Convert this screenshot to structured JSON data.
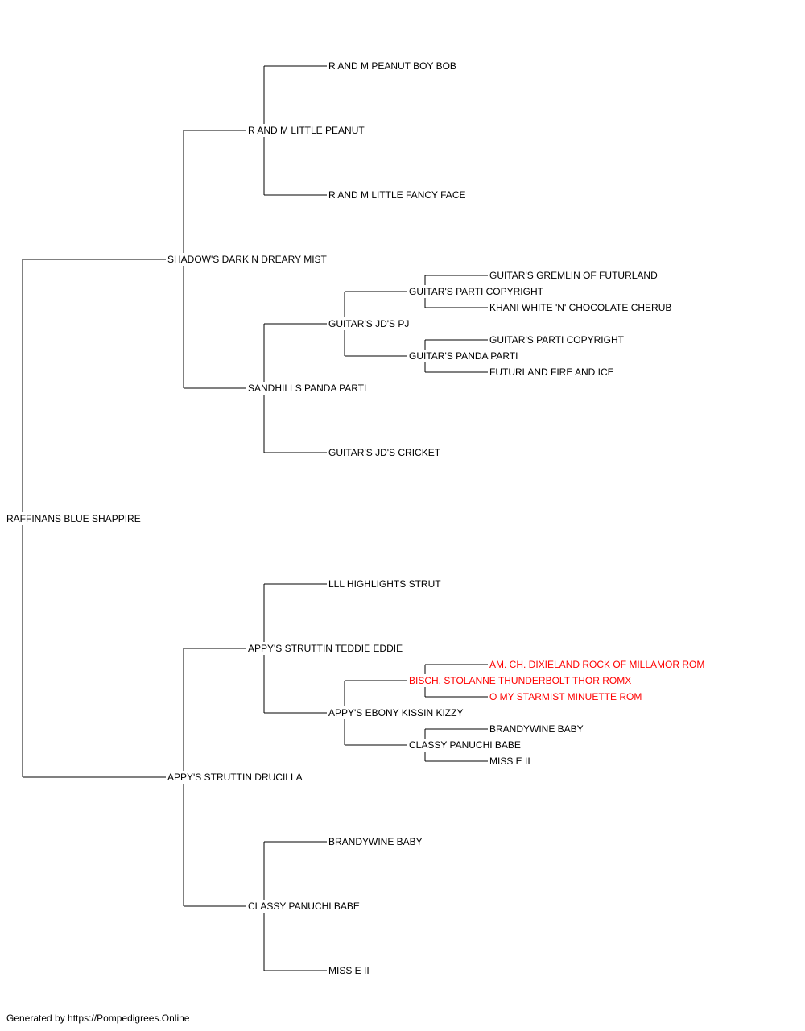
{
  "pedigree": {
    "subject": "RAFFINANS BLUE SHAPPIRE",
    "sire": {
      "name": "SHADOW'S DARK N DREARY MIST",
      "sire": {
        "name": "R AND M LITTLE PEANUT",
        "sire": {
          "name": "R AND M PEANUT BOY BOB"
        },
        "dam": {
          "name": "R AND M LITTLE FANCY FACE"
        }
      },
      "dam": {
        "name": "SANDHILLS PANDA PARTI",
        "sire": {
          "name": "GUITAR'S JD'S PJ",
          "sire": {
            "name": "GUITAR'S PARTI COPYRIGHT",
            "sire": {
              "name": "GUITAR'S GREMLIN OF FUTURLAND"
            },
            "dam": {
              "name": "KHANI WHITE 'N' CHOCOLATE CHERUB"
            }
          },
          "dam": {
            "name": "GUITAR'S PANDA PARTI",
            "sire": {
              "name": "GUITAR'S PARTI COPYRIGHT"
            },
            "dam": {
              "name": "FUTURLAND FIRE AND ICE"
            }
          }
        },
        "dam": {
          "name": "GUITAR'S JD'S CRICKET"
        }
      }
    },
    "dam": {
      "name": "APPY'S STRUTTIN DRUCILLA",
      "sire": {
        "name": "APPY'S STRUTTIN TEDDIE EDDIE",
        "sire": {
          "name": "LLL HIGHLIGHTS STRUT"
        },
        "dam": {
          "name": "APPY'S EBONY KISSIN KIZZY",
          "sire": {
            "name": "BISCH. STOLANNE THUNDERBOLT THOR ROMX",
            "highlight": true,
            "sire": {
              "name": "AM. CH. DIXIELAND ROCK OF MILLAMOR ROM",
              "highlight": true
            },
            "dam": {
              "name": "O MY STARMIST MINUETTE ROM",
              "highlight": true
            }
          },
          "dam": {
            "name": "CLASSY PANUCHI BABE",
            "sire": {
              "name": "BRANDYWINE BABY"
            },
            "dam": {
              "name": "MISS E II"
            }
          }
        }
      },
      "dam": {
        "name": "CLASSY PANUCHI BABE",
        "sire": {
          "name": "BRANDYWINE BABY"
        },
        "dam": {
          "name": "MISS E II"
        }
      }
    }
  },
  "footer": {
    "text": "Generated by https://Pompedigrees.Online"
  },
  "colors": {
    "text": "#000000",
    "highlight": "#ff0000",
    "line": "#000000"
  }
}
